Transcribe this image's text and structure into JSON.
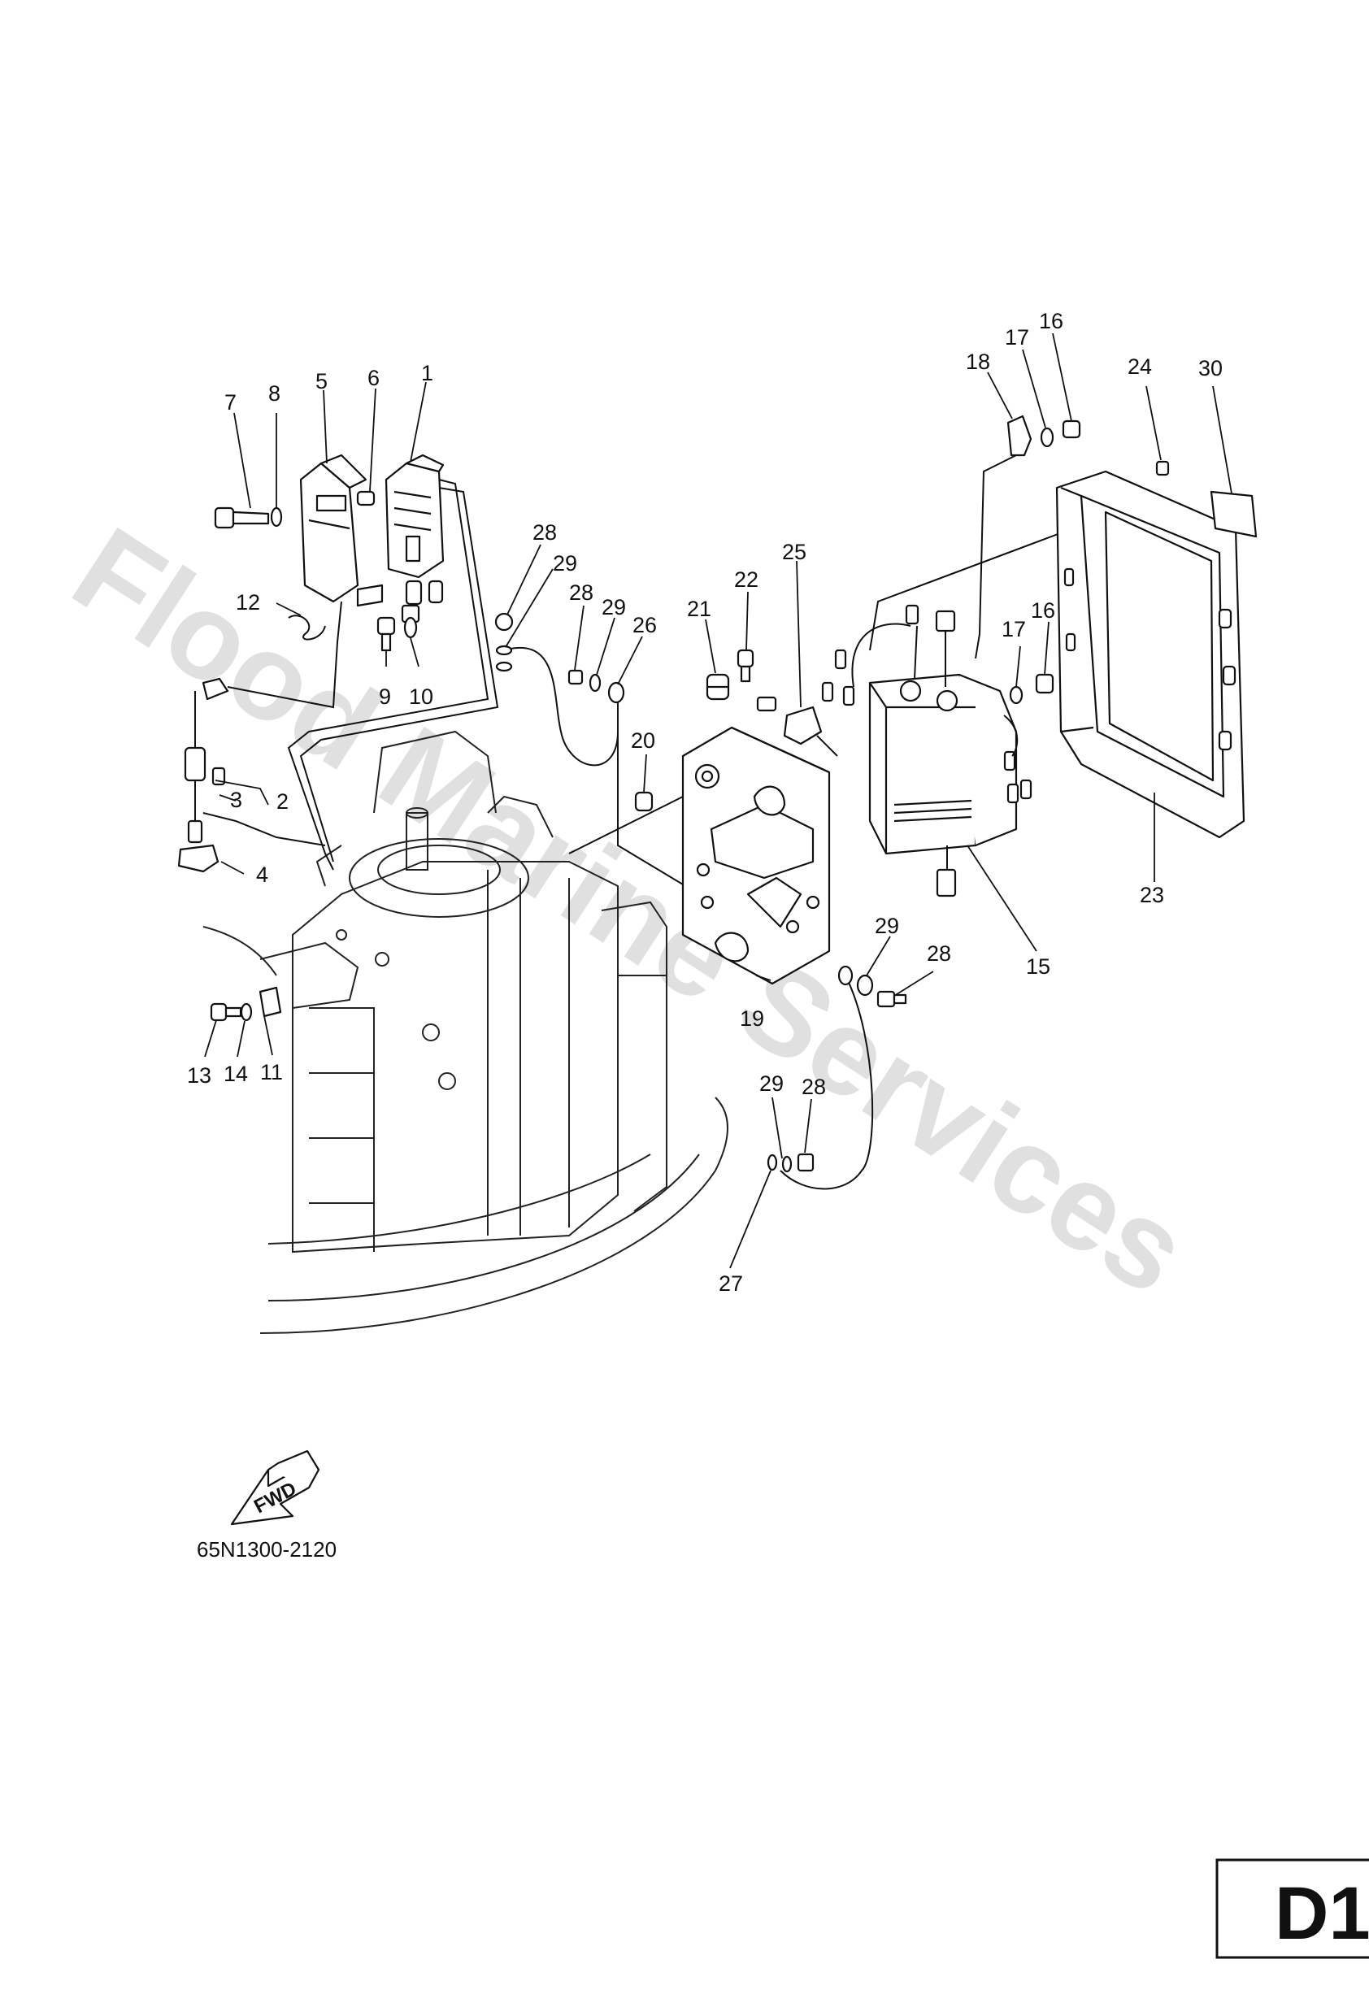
{
  "watermark": "Flood Marine Services",
  "diagram_code": "65N1300-2120",
  "section_badge": "D1",
  "fwd_label": "FWD",
  "callouts": [
    {
      "id": "c1",
      "text": "1"
    },
    {
      "id": "c2",
      "text": "2"
    },
    {
      "id": "c3",
      "text": "3"
    },
    {
      "id": "c4",
      "text": "4"
    },
    {
      "id": "c5",
      "text": "5"
    },
    {
      "id": "c6",
      "text": "6"
    },
    {
      "id": "c7",
      "text": "7"
    },
    {
      "id": "c8",
      "text": "8"
    },
    {
      "id": "c9",
      "text": "9"
    },
    {
      "id": "c10",
      "text": "10"
    },
    {
      "id": "c11",
      "text": "11"
    },
    {
      "id": "c12",
      "text": "12"
    },
    {
      "id": "c13",
      "text": "13"
    },
    {
      "id": "c14",
      "text": "14"
    },
    {
      "id": "c15",
      "text": "15"
    },
    {
      "id": "c16a",
      "text": "16"
    },
    {
      "id": "c16b",
      "text": "16"
    },
    {
      "id": "c17a",
      "text": "17"
    },
    {
      "id": "c17b",
      "text": "17"
    },
    {
      "id": "c18",
      "text": "18"
    },
    {
      "id": "c19",
      "text": "19"
    },
    {
      "id": "c20",
      "text": "20"
    },
    {
      "id": "c21",
      "text": "21"
    },
    {
      "id": "c22",
      "text": "22"
    },
    {
      "id": "c23",
      "text": "23"
    },
    {
      "id": "c24",
      "text": "24"
    },
    {
      "id": "c25",
      "text": "25"
    },
    {
      "id": "c26",
      "text": "26"
    },
    {
      "id": "c27",
      "text": "27"
    },
    {
      "id": "c28a",
      "text": "28"
    },
    {
      "id": "c28b",
      "text": "28"
    },
    {
      "id": "c28c",
      "text": "28"
    },
    {
      "id": "c28d",
      "text": "28"
    },
    {
      "id": "c29a",
      "text": "29"
    },
    {
      "id": "c29b",
      "text": "29"
    },
    {
      "id": "c29c",
      "text": "29"
    },
    {
      "id": "c29d",
      "text": "29"
    },
    {
      "id": "c30",
      "text": "30"
    }
  ]
}
